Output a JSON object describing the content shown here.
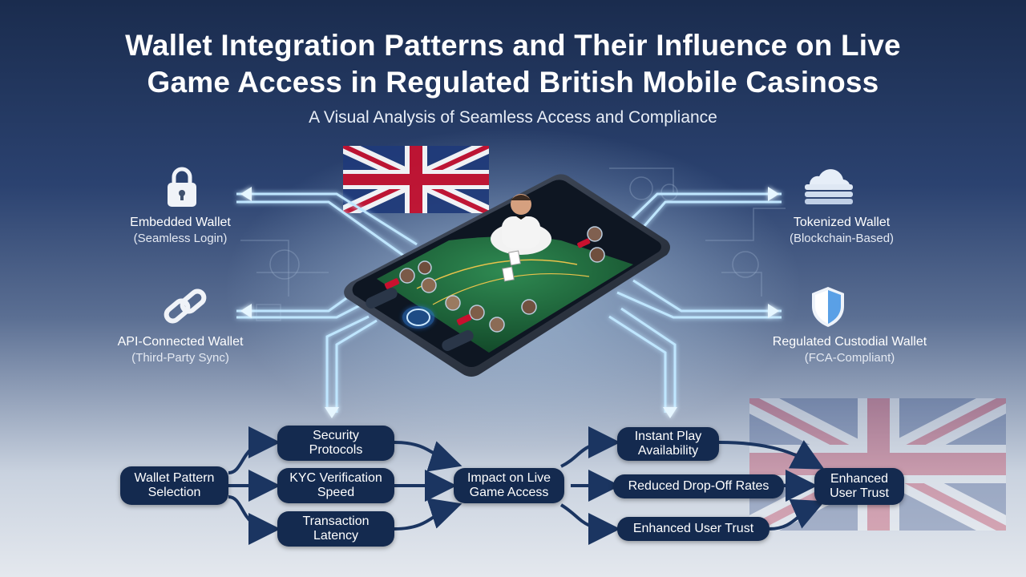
{
  "header": {
    "title_line1": "Wallet Integration Patterns and Their Influence on Live",
    "title_line2": "Game Access in Regulated British Mobile Casinoss",
    "subtitle": "A Visual Analysis of Seamless Access and Compliance"
  },
  "wallets": {
    "embedded": {
      "name": "Embedded Wallet",
      "desc": "(Seamless Login)",
      "icon": "padlock-icon"
    },
    "api": {
      "name": "API-Connected Wallet",
      "desc": "(Third-Party Sync)",
      "icon": "chain-link-icon"
    },
    "tokenized": {
      "name": "Tokenized Wallet",
      "desc": "(Blockchain-Based)",
      "icon": "cloud-stack-icon"
    },
    "custodial": {
      "name": "Regulated Custodial Wallet",
      "desc": "(FCA-Compliant)",
      "icon": "shield-icon"
    }
  },
  "flow": {
    "start": "Wallet Pattern\nSelection",
    "factors": [
      "Security\nProtocols",
      "KYC Verification\nSpeed",
      "Transaction\nLatency"
    ],
    "impact": "Impact on Live\nGame Access",
    "outcomes": [
      "Instant Play\nAvailability",
      "Reduced Drop-Off Rates",
      "Enhanced User Trust"
    ],
    "result": "Enhanced\nUser Trust"
  },
  "colors": {
    "pill_bg": "#142a4f",
    "arrow": "#1b3561",
    "glow": "#bfe6ff",
    "felt": "#1f6b3f",
    "flag_blue": "#1f3a7a",
    "flag_red": "#c8102e"
  }
}
